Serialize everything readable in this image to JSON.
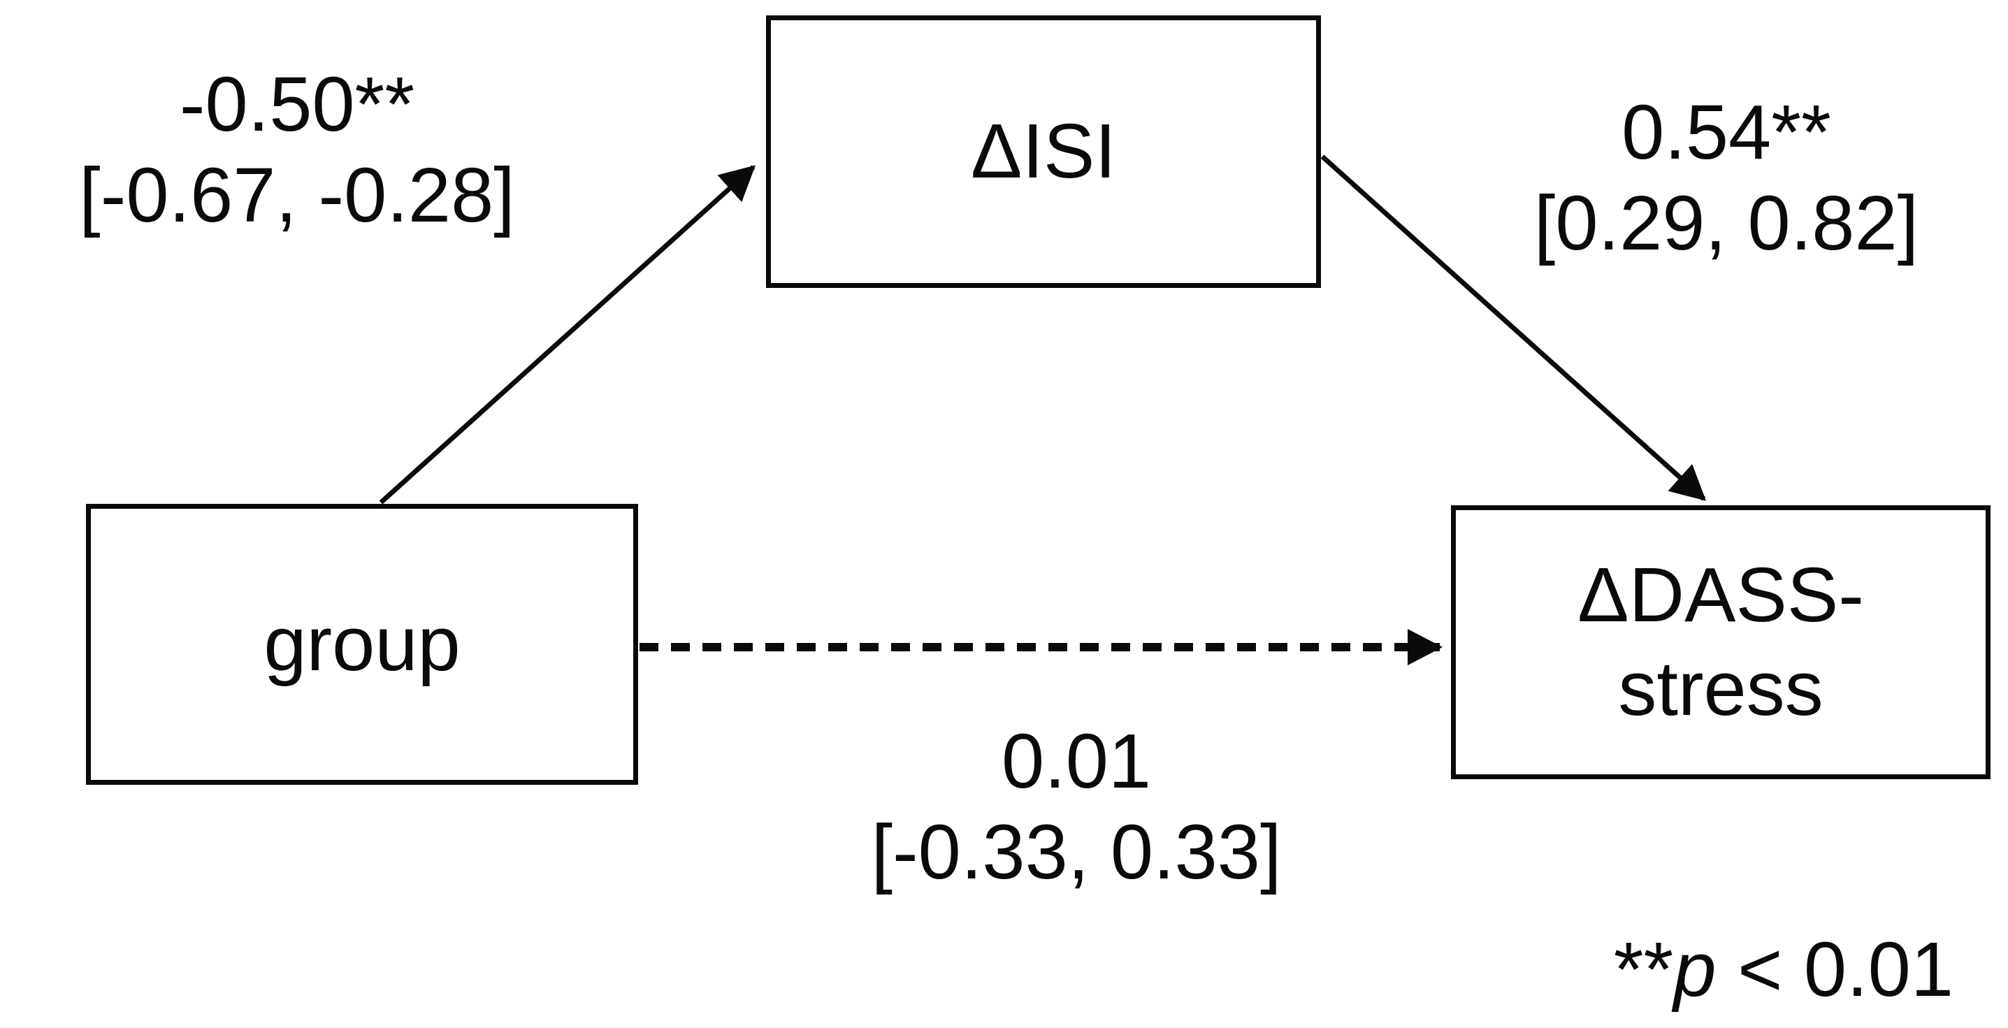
{
  "figure": {
    "type": "mediation-path-diagram",
    "background": "#ffffff",
    "ink_color": "#0a0a0a"
  },
  "nodes": {
    "predictor": {
      "label": "group"
    },
    "mediator": {
      "label": "ΔISI"
    },
    "outcome": {
      "label_line1": "ΔDASS-",
      "label_line2": "stress"
    }
  },
  "paths": {
    "a": {
      "from": "group",
      "to": "ΔISI",
      "estimate": "-0.50**",
      "ci": "[-0.67, -0.28]",
      "line_style": "solid"
    },
    "b": {
      "from": "ΔISI",
      "to": "ΔDASS-stress",
      "estimate": "0.54**",
      "ci": "[0.29, 0.82]",
      "line_style": "solid"
    },
    "c_prime": {
      "from": "group",
      "to": "ΔDASS-stress",
      "estimate": "0.01",
      "ci": "[-0.33, 0.33]",
      "line_style": "dashed"
    }
  },
  "footnote": {
    "stars": "**",
    "p": "p",
    "rest": " < 0.01"
  }
}
